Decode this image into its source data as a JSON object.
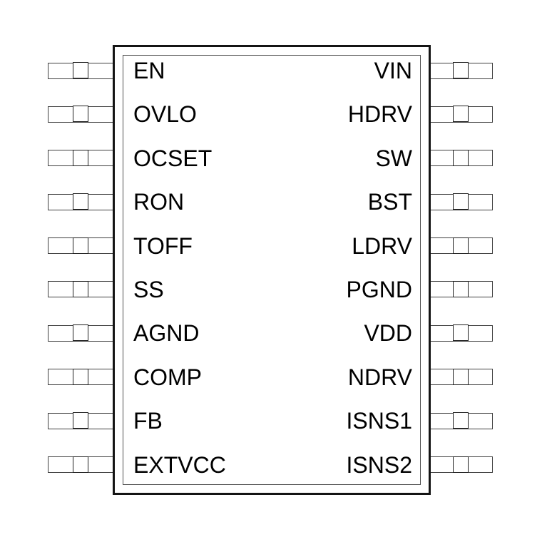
{
  "diagram": {
    "type": "ic-pinout",
    "pins": {
      "left": [
        "EN",
        "OVLO",
        "OCSET",
        "RON",
        "TOFF",
        "SS",
        "AGND",
        "COMP",
        "FB",
        "EXTVCC"
      ],
      "right": [
        "VIN",
        "HDRV",
        "SW",
        "BST",
        "LDRV",
        "PGND",
        "VDD",
        "NDRV",
        "ISNS1",
        "ISNS2"
      ]
    },
    "colors": {
      "background": "#ffffff",
      "chip_outline": "#141414",
      "inner_outline": "#4f4f4f",
      "pin_outline": "#3f3f3f",
      "pad_outline": "#1f1f1f",
      "label_text": "#000000"
    }
  }
}
